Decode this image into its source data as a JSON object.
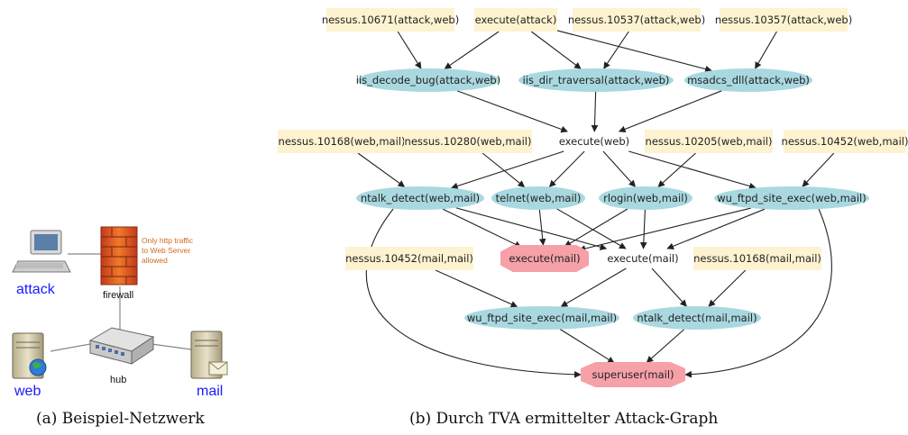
{
  "captions": {
    "left": "(a)  Beispiel-Netzwerk",
    "right": "(b)  Durch TVA ermittelter Attack-Graph"
  },
  "network": {
    "attack_label": "attack",
    "firewall_label": "firewall",
    "firewall_note_1": "Only http traffic",
    "firewall_note_2": "to Web Server",
    "firewall_note_3": "allowed",
    "web_label": "web",
    "hub_label": "hub",
    "mail_label": "mail",
    "colors": {
      "host_label": "#1a1aff",
      "note": "#d2691e"
    }
  },
  "graph": {
    "colors": {
      "fact": "#fdf3d0",
      "exploit": "#a9d8e0",
      "goal": "#f6a0a8"
    },
    "nodes": [
      {
        "id": "n10671",
        "label": "nessus.10671(attack,web)",
        "kind": "fact"
      },
      {
        "id": "exec_attack",
        "label": "execute(attack)",
        "kind": "fact"
      },
      {
        "id": "n10537",
        "label": "nessus.10537(attack,web)",
        "kind": "fact"
      },
      {
        "id": "n10357",
        "label": "nessus.10357(attack,web)",
        "kind": "fact"
      },
      {
        "id": "iis_decode",
        "label": "iis_decode_bug(attack,web)",
        "kind": "exploit"
      },
      {
        "id": "iis_dir",
        "label": "iis_dir_traversal(attack,web)",
        "kind": "exploit"
      },
      {
        "id": "msadcs",
        "label": "msadcs_dll(attack,web)",
        "kind": "exploit"
      },
      {
        "id": "n10168wm",
        "label": "nessus.10168(web,mail)",
        "kind": "fact"
      },
      {
        "id": "n10280",
        "label": "nessus.10280(web,mail)",
        "kind": "fact"
      },
      {
        "id": "exec_web",
        "label": "execute(web)",
        "kind": "plain"
      },
      {
        "id": "n10205",
        "label": "nessus.10205(web,mail)",
        "kind": "fact"
      },
      {
        "id": "n10452wm",
        "label": "nessus.10452(web,mail)",
        "kind": "fact"
      },
      {
        "id": "ntalk_wm",
        "label": "ntalk_detect(web,mail)",
        "kind": "exploit"
      },
      {
        "id": "telnet",
        "label": "telnet(web,mail)",
        "kind": "exploit"
      },
      {
        "id": "rlogin",
        "label": "rlogin(web,mail)",
        "kind": "exploit"
      },
      {
        "id": "wu_wm",
        "label": "wu_ftpd_site_exec(web,mail)",
        "kind": "exploit"
      },
      {
        "id": "n10452mm",
        "label": "nessus.10452(mail,mail)",
        "kind": "fact"
      },
      {
        "id": "exec_mail_goal",
        "label": "execute(mail)",
        "kind": "goal"
      },
      {
        "id": "exec_mail",
        "label": "execute(mail)",
        "kind": "plain"
      },
      {
        "id": "n10168mm",
        "label": "nessus.10168(mail,mail)",
        "kind": "fact"
      },
      {
        "id": "wu_mm",
        "label": "wu_ftpd_site_exec(mail,mail)",
        "kind": "exploit"
      },
      {
        "id": "ntalk_mm",
        "label": "ntalk_detect(mail,mail)",
        "kind": "exploit"
      },
      {
        "id": "superuser",
        "label": "superuser(mail)",
        "kind": "goal"
      }
    ],
    "edges": [
      [
        "n10671",
        "iis_decode"
      ],
      [
        "exec_attack",
        "iis_decode"
      ],
      [
        "exec_attack",
        "iis_dir"
      ],
      [
        "exec_attack",
        "msadcs"
      ],
      [
        "n10537",
        "iis_dir"
      ],
      [
        "n10357",
        "msadcs"
      ],
      [
        "iis_decode",
        "exec_web"
      ],
      [
        "iis_dir",
        "exec_web"
      ],
      [
        "msadcs",
        "exec_web"
      ],
      [
        "n10168wm",
        "ntalk_wm"
      ],
      [
        "n10280",
        "telnet"
      ],
      [
        "n10205",
        "rlogin"
      ],
      [
        "n10452wm",
        "wu_wm"
      ],
      [
        "exec_web",
        "ntalk_wm"
      ],
      [
        "exec_web",
        "telnet"
      ],
      [
        "exec_web",
        "rlogin"
      ],
      [
        "exec_web",
        "wu_wm"
      ],
      [
        "ntalk_wm",
        "exec_mail_goal"
      ],
      [
        "telnet",
        "exec_mail_goal"
      ],
      [
        "rlogin",
        "exec_mail_goal"
      ],
      [
        "wu_wm",
        "exec_mail_goal"
      ],
      [
        "ntalk_wm",
        "exec_mail"
      ],
      [
        "telnet",
        "exec_mail"
      ],
      [
        "rlogin",
        "exec_mail"
      ],
      [
        "wu_wm",
        "exec_mail"
      ],
      [
        "exec_mail",
        "wu_mm"
      ],
      [
        "exec_mail",
        "ntalk_mm"
      ],
      [
        "n10452mm",
        "wu_mm"
      ],
      [
        "n10168mm",
        "ntalk_mm"
      ],
      [
        "wu_mm",
        "superuser"
      ],
      [
        "ntalk_mm",
        "superuser"
      ],
      [
        "ntalk_wm",
        "superuser",
        "curveL"
      ],
      [
        "wu_wm",
        "superuser",
        "curveR"
      ]
    ]
  }
}
